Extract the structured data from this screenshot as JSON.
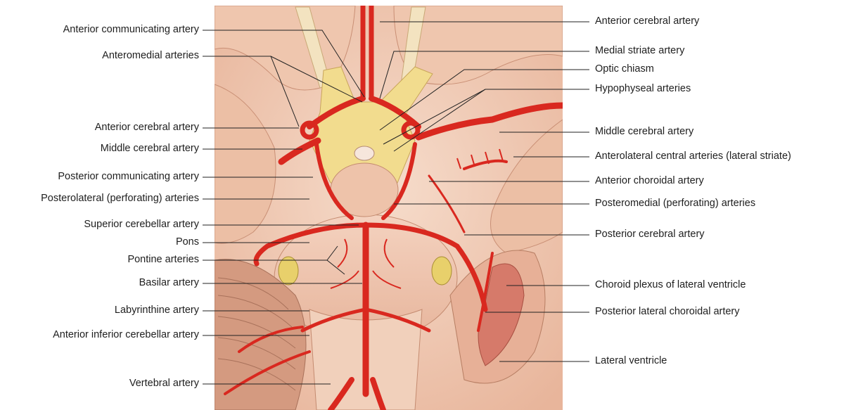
{
  "diagram": {
    "left_labels": [
      "Anterior communicating artery",
      "Anteromedial arteries",
      "Anterior cerebral artery",
      "Middle cerebral artery",
      "Posterior communicating artery",
      "Posterolateral (perforating) arteries",
      "Superior cerebellar artery",
      "Pons",
      "Pontine arteries",
      "Basilar artery",
      "Labyrinthine artery",
      "Anterior inferior cerebellar artery",
      "Vertebral artery"
    ],
    "right_labels": [
      "Anterior cerebral artery",
      "Medial striate artery",
      "Optic chiasm",
      "Hypophyseal arteries",
      "Middle cerebral artery",
      "Anterolateral central arteries (lateral striate)",
      "Anterior choroidal artery",
      "Posteromedial (perforating) arteries",
      "Posterior cerebral artery",
      "Choroid plexus of lateral ventricle",
      "Posterior lateral choroidal artery",
      "Lateral ventricle"
    ],
    "colors": {
      "artery": "#d9281f",
      "artery_dark": "#a8170f",
      "brain_tissue": "#f1c9b1",
      "optic_chiasm": "#f2dc8e",
      "leader_line": "#222222"
    }
  }
}
